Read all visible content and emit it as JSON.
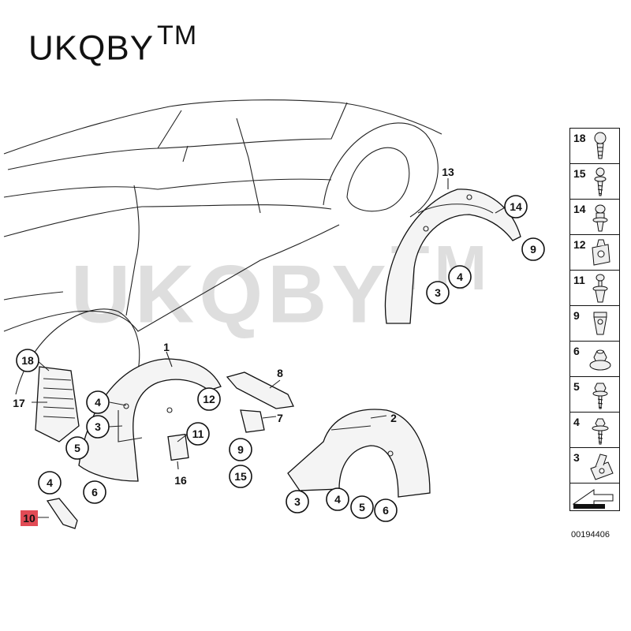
{
  "brand": {
    "name": "UKQBY",
    "tm": "TM"
  },
  "watermark": {
    "name": "UKQBY",
    "tm": "TM"
  },
  "callouts": [
    {
      "id": "c18",
      "label": "18"
    },
    {
      "id": "c17",
      "label": "17"
    },
    {
      "id": "c1",
      "label": "1"
    },
    {
      "id": "c4a",
      "label": "4"
    },
    {
      "id": "c12",
      "label": "12"
    },
    {
      "id": "c3a",
      "label": "3"
    },
    {
      "id": "c11",
      "label": "11"
    },
    {
      "id": "c5a",
      "label": "5"
    },
    {
      "id": "c16",
      "label": "16"
    },
    {
      "id": "c6a",
      "label": "6"
    },
    {
      "id": "c4b",
      "label": "4"
    },
    {
      "id": "c10",
      "label": "10"
    },
    {
      "id": "c8",
      "label": "8"
    },
    {
      "id": "c7",
      "label": "7"
    },
    {
      "id": "c9a",
      "label": "9"
    },
    {
      "id": "c15",
      "label": "15"
    },
    {
      "id": "c2",
      "label": "2"
    },
    {
      "id": "c3b",
      "label": "3"
    },
    {
      "id": "c4c",
      "label": "4"
    },
    {
      "id": "c5b",
      "label": "5"
    },
    {
      "id": "c6b",
      "label": "6"
    },
    {
      "id": "c13",
      "label": "13"
    },
    {
      "id": "c14",
      "label": "14"
    },
    {
      "id": "c9b",
      "label": "9"
    },
    {
      "id": "c4d",
      "label": "4"
    },
    {
      "id": "c3c",
      "label": "3"
    }
  ],
  "legend": {
    "items": [
      {
        "num": "18",
        "icon": "push-rivet-icon"
      },
      {
        "num": "15",
        "icon": "screw-washer-icon"
      },
      {
        "num": "14",
        "icon": "expanding-rivet-icon"
      },
      {
        "num": "12",
        "icon": "clip-nut-icon"
      },
      {
        "num": "11",
        "icon": "plastic-rivet-icon"
      },
      {
        "num": "9",
        "icon": "square-nut-icon"
      },
      {
        "num": "6",
        "icon": "hex-nut-icon"
      },
      {
        "num": "5",
        "icon": "hex-screw-icon"
      },
      {
        "num": "4",
        "icon": "collar-screw-icon"
      },
      {
        "num": "3",
        "icon": "spring-clip-icon"
      }
    ],
    "code": "00194406"
  }
}
